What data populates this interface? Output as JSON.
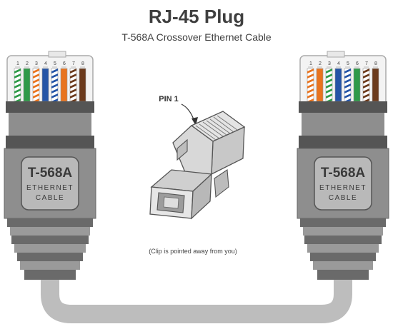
{
  "header": {
    "title": "RJ-45 Plug",
    "subtitle": "T-568A Crossover Ethernet Cable"
  },
  "left_plug": {
    "pin_numbers": [
      "1",
      "2",
      "3",
      "4",
      "5",
      "6",
      "7",
      "8"
    ],
    "wires": [
      {
        "base": "#ffffff",
        "stripe": "#2e9a48"
      },
      {
        "base": "#2e9a48",
        "stripe": null
      },
      {
        "base": "#ffffff",
        "stripe": "#e8731e"
      },
      {
        "base": "#2454a6",
        "stripe": null
      },
      {
        "base": "#ffffff",
        "stripe": "#2454a6"
      },
      {
        "base": "#e8731e",
        "stripe": null
      },
      {
        "base": "#ffffff",
        "stripe": "#6b3a1c"
      },
      {
        "base": "#6b3a1c",
        "stripe": null
      }
    ],
    "label_title": "T-568A",
    "label_line1": "ETHERNET",
    "label_line2": "CABLE"
  },
  "right_plug": {
    "pin_numbers": [
      "1",
      "2",
      "3",
      "4",
      "5",
      "6",
      "7",
      "8"
    ],
    "wires": [
      {
        "base": "#ffffff",
        "stripe": "#e8731e"
      },
      {
        "base": "#e8731e",
        "stripe": null
      },
      {
        "base": "#ffffff",
        "stripe": "#2e9a48"
      },
      {
        "base": "#2454a6",
        "stripe": null
      },
      {
        "base": "#ffffff",
        "stripe": "#2454a6"
      },
      {
        "base": "#2e9a48",
        "stripe": null
      },
      {
        "base": "#ffffff",
        "stripe": "#6b3a1c"
      },
      {
        "base": "#6b3a1c",
        "stripe": null
      }
    ],
    "label_title": "T-568A",
    "label_line1": "ETHERNET",
    "label_line2": "CABLE"
  },
  "center": {
    "pin_label": "PIN 1",
    "note": "(Clip is pointed away from you)"
  },
  "colors": {
    "plug_gray": "#8e8e8e",
    "plug_dark": "#555555",
    "label_bg": "#b9b9b9",
    "cable_gray": "#bdbdbd",
    "text": "#3f3f3f"
  }
}
